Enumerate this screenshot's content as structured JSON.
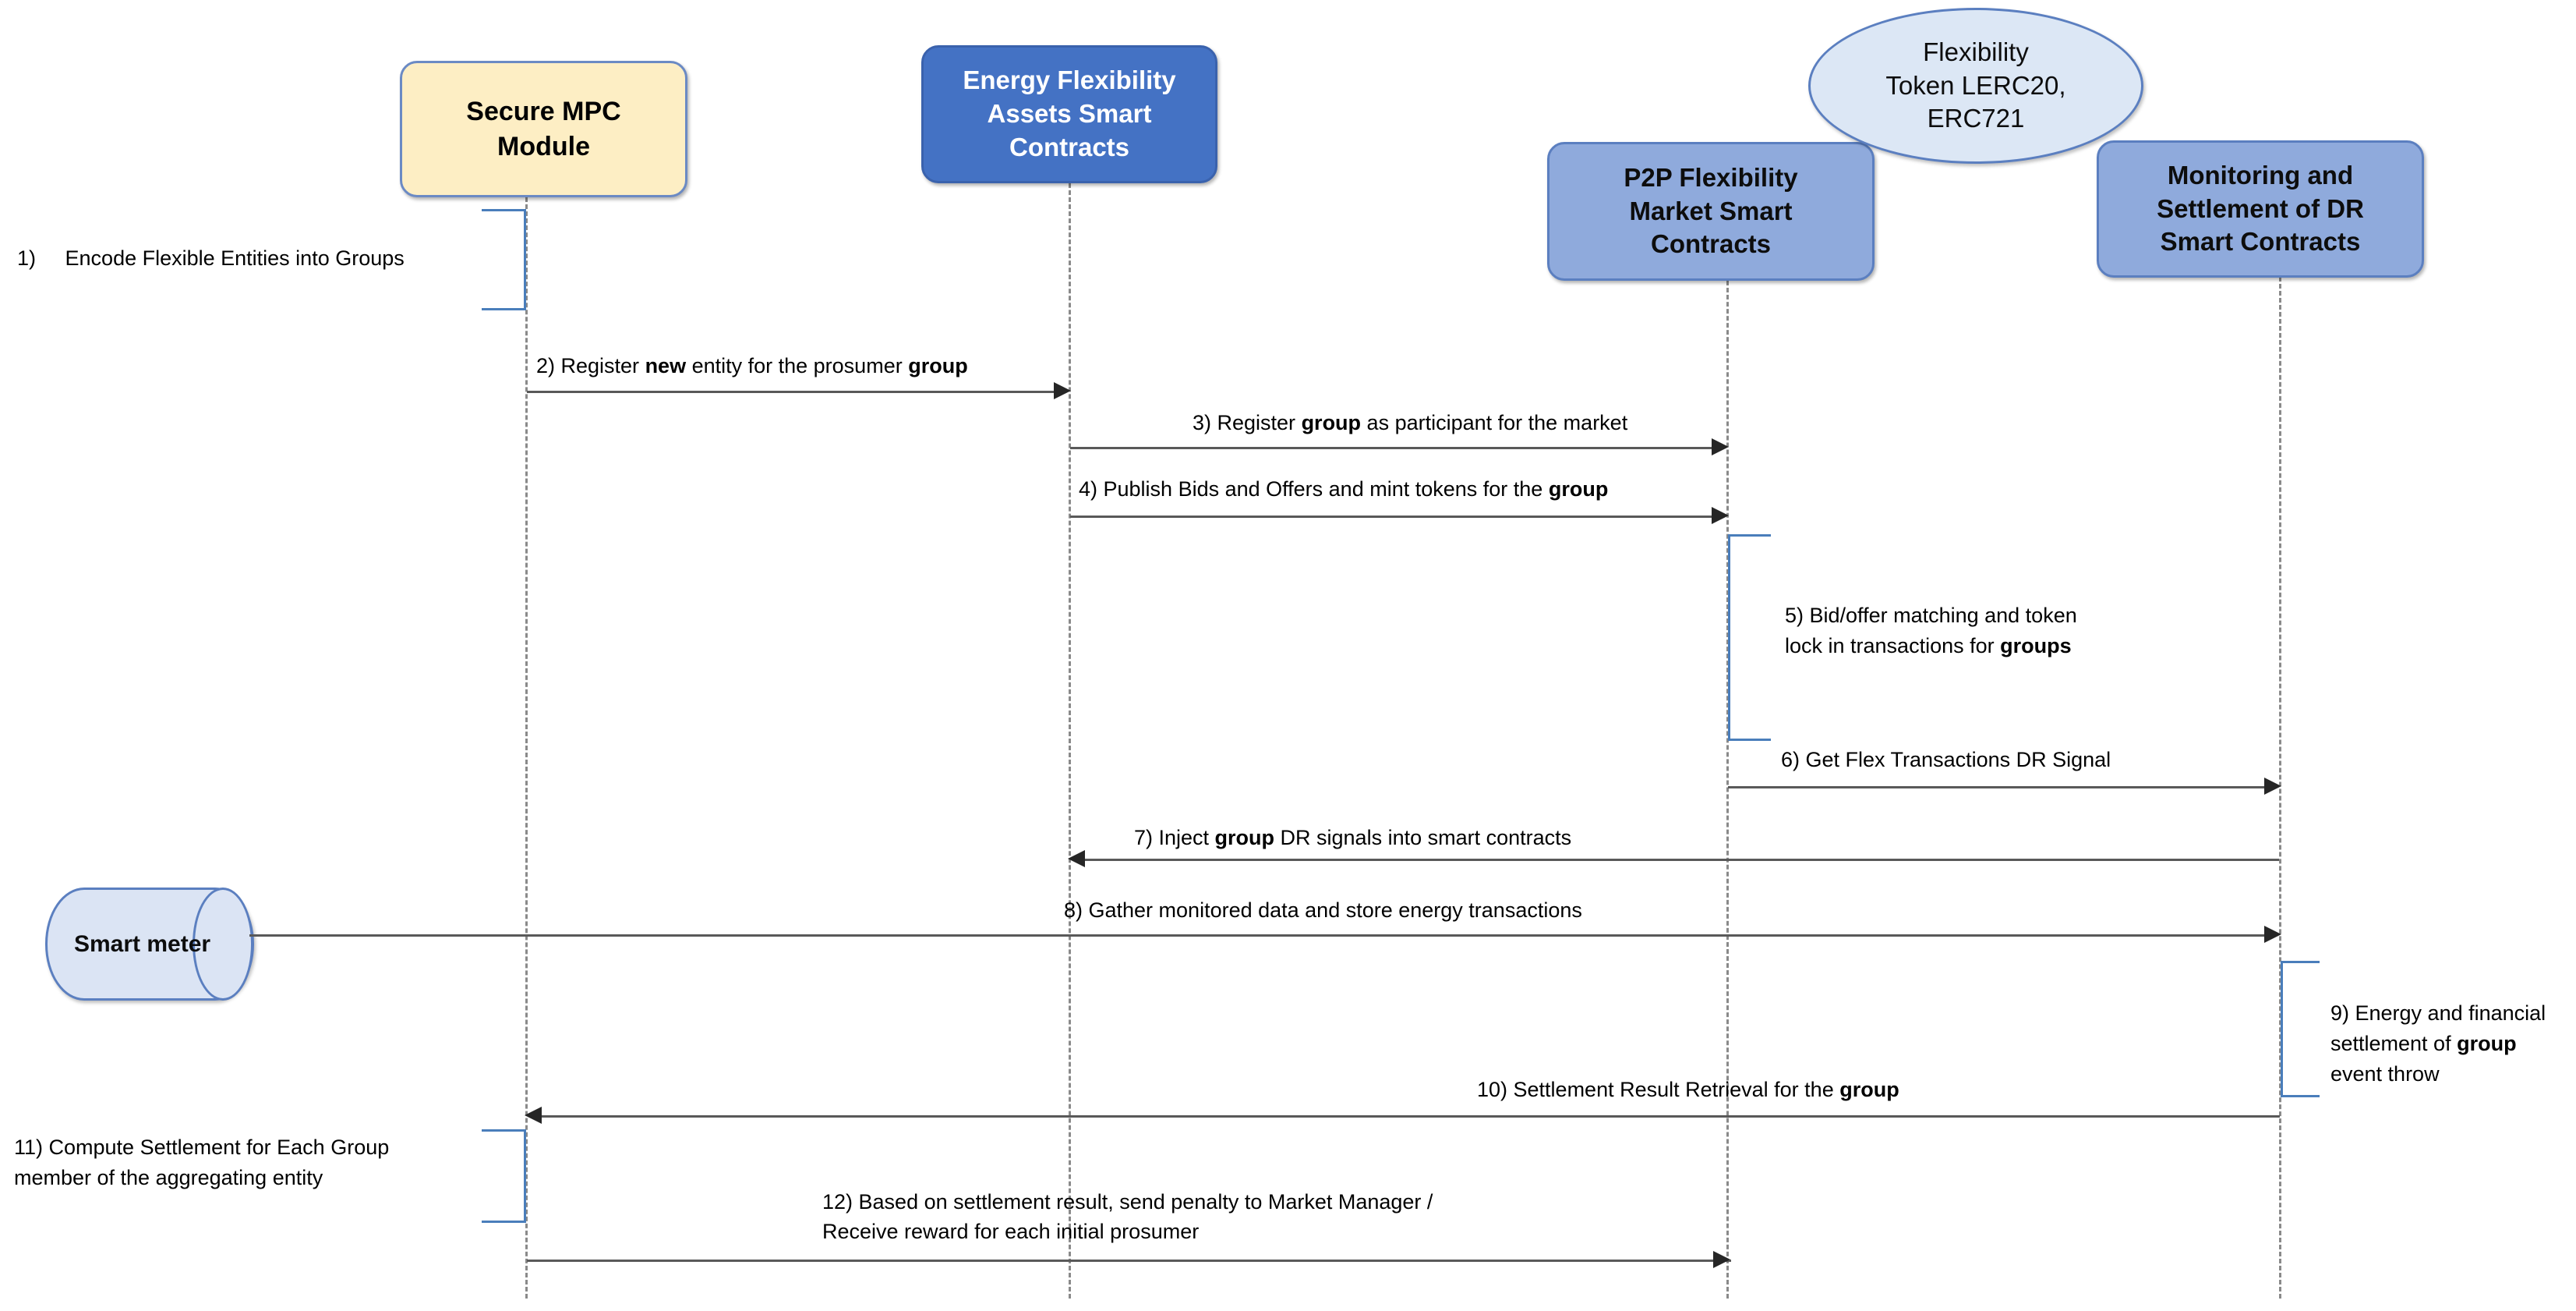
{
  "diagram": {
    "type": "uml-sequence-diagram",
    "title": "Energy Flexibility Blockchain Sequence Diagram"
  },
  "participants": [
    {
      "id": "mpc",
      "label": "Secure MPC Module",
      "shape": "rounded-rect",
      "style": "cream",
      "fill": "#fdeec4",
      "border": "#6b8ac4",
      "text_color": "#000000"
    },
    {
      "id": "assets",
      "label": "Energy Flexibility Assets Smart Contracts",
      "shape": "rounded-rect",
      "style": "deep-blue",
      "fill": "#4472c4",
      "border": "#3a62ad",
      "text_color": "#ffffff"
    },
    {
      "id": "p2p",
      "label": "P2P Flexibility Market Smart Contracts",
      "shape": "rounded-rect",
      "style": "mid-blue",
      "fill": "#8faadc",
      "border": "#5b7fc0",
      "text_color": "#0d0d0d"
    },
    {
      "id": "monitoring",
      "label": "Monitoring and Settlement of DR Smart Contracts",
      "shape": "rounded-rect",
      "style": "mid-blue",
      "fill": "#8faadc",
      "border": "#5b7fc0",
      "text_color": "#0d0d0d"
    }
  ],
  "participant_lines": {
    "mpc": [
      "Secure MPC",
      "Module"
    ],
    "assets": [
      "Energy Flexibility",
      "Assets Smart",
      "Contracts"
    ],
    "p2p": [
      "P2P Flexibility",
      "Market Smart",
      "Contracts"
    ],
    "monitoring": [
      "Monitoring and",
      "Settlement of DR",
      "Smart Contracts"
    ]
  },
  "token_bubble": {
    "id": "token",
    "label": "Flexibility Token LERC20, ERC721",
    "lines": [
      "Flexibility",
      "Token LERC20,",
      "ERC721"
    ],
    "shape": "ellipse",
    "fill": "#dce7f5",
    "border": "#5b7fc0"
  },
  "external_actor": {
    "id": "smart-meter",
    "label": "Smart meter",
    "shape": "cylinder",
    "fill": "#dbe4f4",
    "border": "#5b7fc0"
  },
  "messages": [
    {
      "num": "1)",
      "kind": "self-note",
      "on": "mpc",
      "lines": [
        {
          "parts": [
            {
              "t": "1)",
              "b": false
            },
            {
              "t": "    Encode Flexible Entities into Groups",
              "b": false
            }
          ]
        }
      ],
      "text": "1)   Encode Flexible Entities into Groups"
    },
    {
      "num": "2)",
      "kind": "arrow",
      "from": "mpc",
      "to": "assets",
      "direction": "right",
      "lines": [
        {
          "parts": [
            {
              "t": "2) Register ",
              "b": false
            },
            {
              "t": "new",
              "b": true
            },
            {
              "t": " entity for the prosumer ",
              "b": false
            },
            {
              "t": "group",
              "b": true
            }
          ]
        }
      ],
      "text": "2) Register new entity for the prosumer group"
    },
    {
      "num": "3)",
      "kind": "arrow",
      "from": "assets",
      "to": "p2p",
      "direction": "right",
      "lines": [
        {
          "parts": [
            {
              "t": "3) Register ",
              "b": false
            },
            {
              "t": "group",
              "b": true
            },
            {
              "t": " as participant for the market",
              "b": false
            }
          ]
        }
      ],
      "text": "3) Register group as participant for the market"
    },
    {
      "num": "4)",
      "kind": "arrow",
      "from": "assets",
      "to": "p2p",
      "direction": "right",
      "lines": [
        {
          "parts": [
            {
              "t": "4) Publish Bids and Offers and mint tokens for the ",
              "b": false
            },
            {
              "t": "group",
              "b": true
            }
          ]
        }
      ],
      "text": "4) Publish Bids and Offers and mint tokens for the group"
    },
    {
      "num": "5)",
      "kind": "self-note",
      "on": "p2p",
      "lines": [
        {
          "parts": [
            {
              "t": "5) Bid/offer matching and token",
              "b": false
            }
          ]
        },
        {
          "parts": [
            {
              "t": "lock in transactions for ",
              "b": false
            },
            {
              "t": "groups",
              "b": true
            }
          ]
        }
      ],
      "text": "5) Bid/offer matching and token lock in transactions for groups"
    },
    {
      "num": "6)",
      "kind": "arrow",
      "from": "p2p",
      "to": "monitoring",
      "direction": "right",
      "lines": [
        {
          "parts": [
            {
              "t": "6) Get Flex Transactions DR Signal",
              "b": false
            }
          ]
        }
      ],
      "text": "6) Get Flex Transactions DR Signal"
    },
    {
      "num": "7)",
      "kind": "arrow",
      "from": "monitoring",
      "to": "assets",
      "direction": "left",
      "lines": [
        {
          "parts": [
            {
              "t": "7) Inject ",
              "b": false
            },
            {
              "t": "group",
              "b": true
            },
            {
              "t": " DR signals into smart contracts",
              "b": false
            }
          ]
        }
      ],
      "text": "7) Inject group DR signals into smart contracts"
    },
    {
      "num": "8)",
      "kind": "arrow",
      "from": "smart-meter",
      "to": "monitoring",
      "direction": "right",
      "lines": [
        {
          "parts": [
            {
              "t": "8) Gather monitored data and store energy transactions",
              "b": false
            }
          ]
        }
      ],
      "text": "8) Gather monitored data and store energy transactions"
    },
    {
      "num": "9)",
      "kind": "self-note",
      "on": "monitoring",
      "lines": [
        {
          "parts": [
            {
              "t": "9) Energy and financial",
              "b": false
            }
          ]
        },
        {
          "parts": [
            {
              "t": "settlement of ",
              "b": false
            },
            {
              "t": "group",
              "b": true
            }
          ]
        },
        {
          "parts": [
            {
              "t": "event throw",
              "b": false
            }
          ]
        }
      ],
      "text": "9) Energy and financial settlement of group event throw"
    },
    {
      "num": "10)",
      "kind": "arrow",
      "from": "monitoring",
      "to": "mpc",
      "direction": "left",
      "lines": [
        {
          "parts": [
            {
              "t": "10) Settlement Result Retrieval for the ",
              "b": false
            },
            {
              "t": "group",
              "b": true
            }
          ]
        }
      ],
      "text": "10) Settlement Result Retrieval for the group"
    },
    {
      "num": "11)",
      "kind": "self-note",
      "on": "mpc",
      "lines": [
        {
          "parts": [
            {
              "t": "11) Compute Settlement for Each Group",
              "b": false
            }
          ]
        },
        {
          "parts": [
            {
              "t": "member of the aggregating entity",
              "b": false
            }
          ]
        }
      ],
      "text": "11) Compute Settlement for Each Group member of the aggregating entity"
    },
    {
      "num": "12)",
      "kind": "arrow",
      "from": "mpc",
      "to": "p2p",
      "direction": "right",
      "lines": [
        {
          "parts": [
            {
              "t": "12) Based on settlement result, send penalty to Market Manager /",
              "b": false
            }
          ]
        },
        {
          "parts": [
            {
              "t": "Receive reward for each initial prosumer",
              "b": false
            }
          ]
        }
      ],
      "text": "12) Based on settlement result, send penalty to Market Manager / Receive reward for each initial prosumer"
    }
  ],
  "colors": {
    "lifeline": "#8a8a8a",
    "arrow": "#595959",
    "bracket": "#4a7ebb",
    "text": "#000000",
    "background": "#ffffff"
  }
}
